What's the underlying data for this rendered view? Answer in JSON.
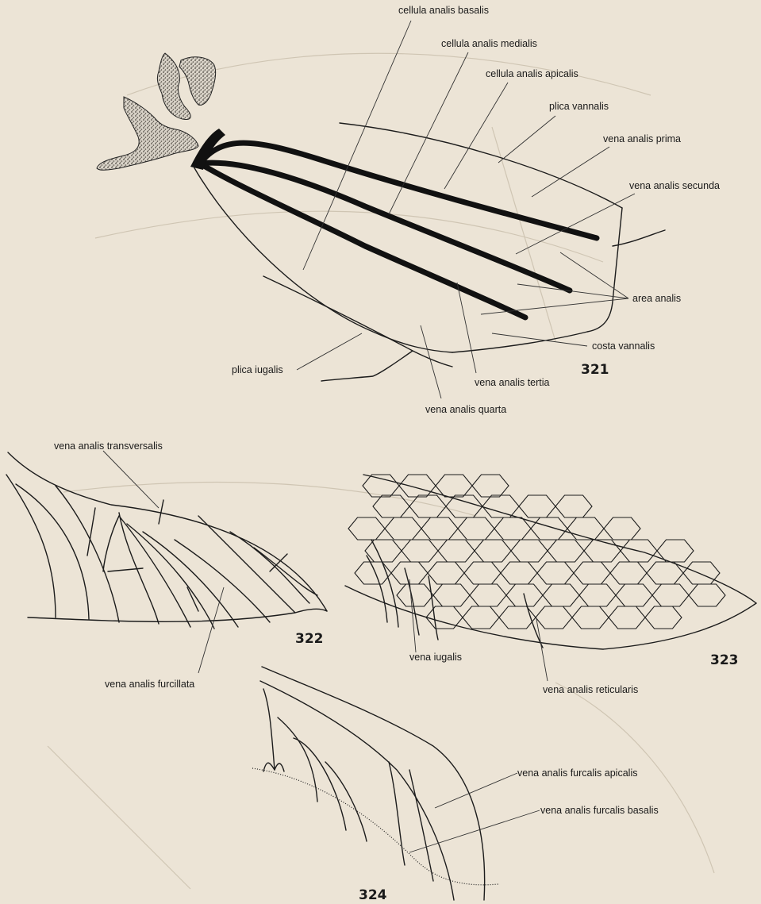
{
  "figures": {
    "f321": {
      "number": "321",
      "labels": {
        "cellula_analis_basalis": "cellula analis basalis",
        "cellula_analis_medialis": "cellula analis medialis",
        "cellula_analis_apicalis": "cellula analis apicalis",
        "plica_vannalis": "plica vannalis",
        "vena_analis_prima": "vena analis prima",
        "vena_analis_secunda": "vena analis secunda",
        "area_analis": "area analis",
        "costa_vannalis": "costa vannalis",
        "plica_iugalis": "plica iugalis",
        "vena_analis_tertia": "vena analis tertia",
        "vena_analis_quarta": "vena analis quarta"
      }
    },
    "f322": {
      "number": "322",
      "labels": {
        "vena_analis_transversalis": "vena analis transversalis",
        "vena_analis_furcillata": "vena analis furcillata"
      }
    },
    "f323": {
      "number": "323",
      "labels": {
        "vena_iugalis": "vena iugalis",
        "vena_analis_reticularis": "vena analis reticularis"
      }
    },
    "f324": {
      "number": "324",
      "labels": {
        "vena_analis_furcalis_apicalis": "vena analis furcalis apicalis",
        "vena_analis_furcalis_basalis": "vena analis furcalis basalis"
      }
    }
  },
  "colors": {
    "paper": "#ece4d6",
    "ink": "#1a1a1a",
    "stipple": "#6f6a62"
  }
}
